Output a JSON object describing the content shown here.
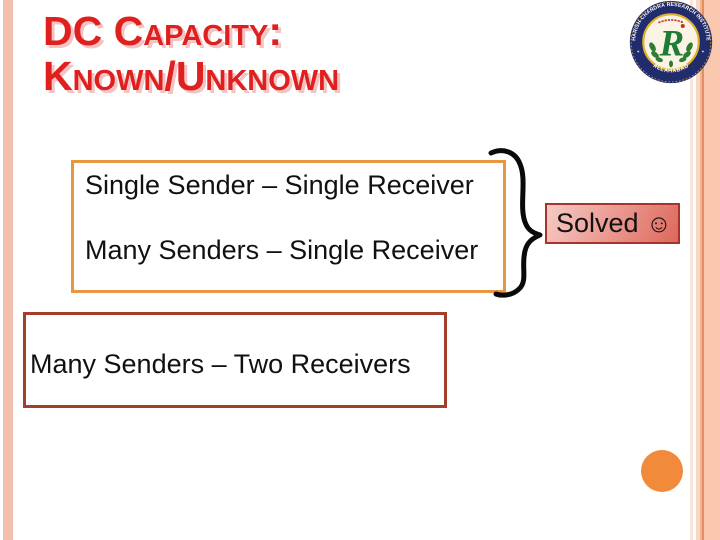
{
  "title": {
    "line1": "DC Capacity:",
    "line2": "Known/Unknown"
  },
  "known_box": {
    "line1": "Single Sender – Single Receiver",
    "line2": "Many Senders – Single Receiver"
  },
  "unknown_box": {
    "line1": "Many Senders – Two Receivers"
  },
  "solved_badge": {
    "label": "Solved",
    "smiley": "☺"
  },
  "logo": {
    "top_text": "HARISH-CHANDRA RESEARCH INSTITUTE",
    "bottom_text": "ALLAHABAD",
    "monogram": "R",
    "star": "✶"
  },
  "colors": {
    "title_red": "#E01F1F",
    "title_shadow": "#F2C4C4",
    "text_black": "#111111",
    "orange_border": "#E8963F",
    "dark_red_border": "#A33E2B",
    "solved_border": "#A5342B",
    "solved_grad_light": "#F6CAC4",
    "solved_grad_dark": "#DE685C",
    "accent_circle": "#F28A3C",
    "left_stripe": "#F2BEAD",
    "stripe_pale": "#FCE4DA",
    "stripe_peach": "#F9D5C2",
    "stripe_mid": "#F2B48E",
    "stripe_dark": "#DE9165",
    "stripe_wide": "#FAC8AE",
    "logo_navy": "#202C6B",
    "logo_gold": "#E3B02C",
    "logo_cream": "#FBF4E4",
    "logo_green": "#1E7C35",
    "logo_red": "#C23327",
    "brace_black": "#0A0A0A"
  }
}
